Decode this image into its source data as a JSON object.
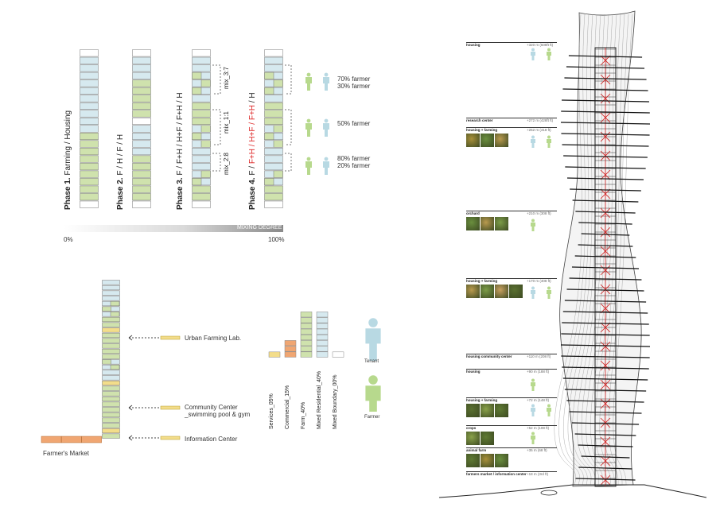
{
  "phases": [
    {
      "name": "Phase 1.",
      "mix": "Farming / Housing"
    },
    {
      "name": "Phase 2.",
      "mix": "F / H / F / H"
    },
    {
      "name": "Phase 3.",
      "mix": "F / F+H / H+F / F+H / H"
    },
    {
      "name": "Phase 4.",
      "mix_parts": [
        "F / ",
        "F+H / H+F / F+H",
        " / H"
      ]
    }
  ],
  "mix_labels": [
    "mix_3:7",
    "mix_1:1",
    "mix_2:8"
  ],
  "farmer_ratios": [
    {
      "line1": "70% farmer",
      "line2": "30% farmer"
    },
    {
      "line1": "50% farmer",
      "line2": ""
    },
    {
      "line1": "80% farmer",
      "line2": "20% farmer"
    }
  ],
  "mixing_degree": {
    "label": "MIXING DEGREE",
    "min": "0%",
    "max": "100%"
  },
  "section_labels": {
    "urban_lab": "Urban Farming Lab.",
    "community_1": "Community Center",
    "community_2": "_swimming pool & gym",
    "info": "Information Center",
    "market": "Farmer's Market"
  },
  "program_chart": {
    "categories": [
      "Services_05%",
      "Commercial_15%",
      "Farm_40%",
      "Mixed Residential_40%",
      "Mixed Boundary_00%"
    ],
    "colors": [
      "#f3dd8a",
      "#f0a672",
      "#cfe2ad",
      "#d6e9ef",
      "#ffffff"
    ]
  },
  "legend": {
    "tenant": "Tenant",
    "farmer": "Farmer"
  },
  "tower_levels": [
    {
      "name": "housing",
      "height": "+320 m (508ft ft)"
    },
    {
      "name": "research center",
      "height": "+272 m (428ft ft)"
    },
    {
      "name": "housing + farming",
      "height": "+262 m (418 ft)"
    },
    {
      "name": "orchard",
      "height": "+210 m (308 ft)"
    },
    {
      "name": "housing + farming",
      "height": "+170 m (408 ft)"
    },
    {
      "name": "housing community center",
      "height": "+110 m (208 ft)"
    },
    {
      "name": "housing",
      "height": "+90 m (188 ft)"
    },
    {
      "name": "housing + farming",
      "height": "+72 m (148 ft)"
    },
    {
      "name": "crops",
      "height": "+52 m (108 ft)"
    },
    {
      "name": "animal farm",
      "height": "+35 m (68 ft)"
    },
    {
      "name": "farmers market / information center",
      "height": "+18 m (3rd ft)"
    }
  ],
  "colors": {
    "farm": "#cfe2ad",
    "housing": "#d6e9ef",
    "mix_red": "#d22222",
    "tenant": "#b8d9e3",
    "farmer": "#b7d98d",
    "commercial": "#f0a672",
    "services": "#f3dd8a"
  }
}
